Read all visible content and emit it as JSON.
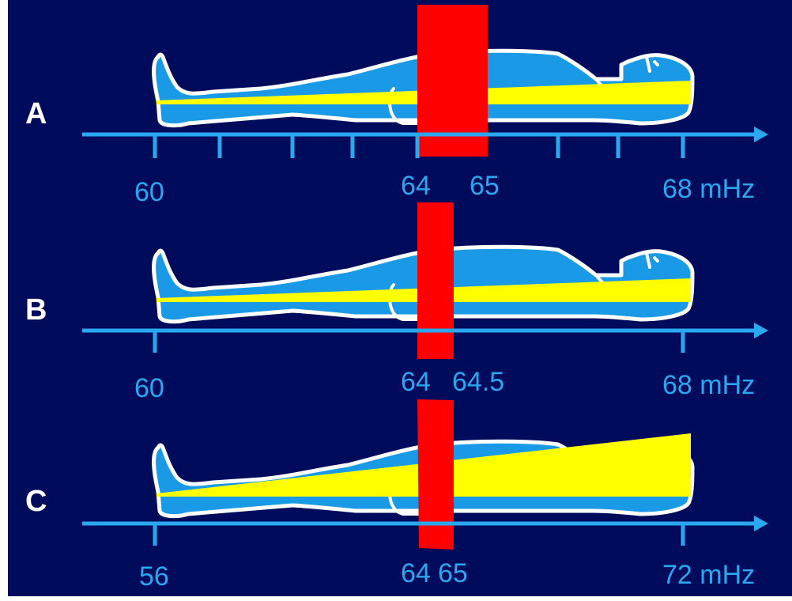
{
  "colors": {
    "background": "#000b5c",
    "axis": "#2aa7ee",
    "body": "#1a9ae6",
    "outline": "#ffffff",
    "gradient_wedge": "#ffff00",
    "slice_band": "#ff0000"
  },
  "rows": [
    {
      "label": "A",
      "ticks": [
        "60",
        "64",
        "65",
        "68 mHz"
      ],
      "slice_band": "64–65",
      "wedge_height_fraction": 0.34
    },
    {
      "label": "B",
      "ticks": [
        "60",
        "64",
        "64.5",
        "68 mHz"
      ],
      "slice_band": "64–64.5",
      "wedge_height_fraction": 0.34
    },
    {
      "label": "C",
      "ticks": [
        "56",
        "64",
        "65",
        "72 mHz"
      ],
      "slice_band": "64–65",
      "wedge_height_fraction": 1.0
    }
  ]
}
